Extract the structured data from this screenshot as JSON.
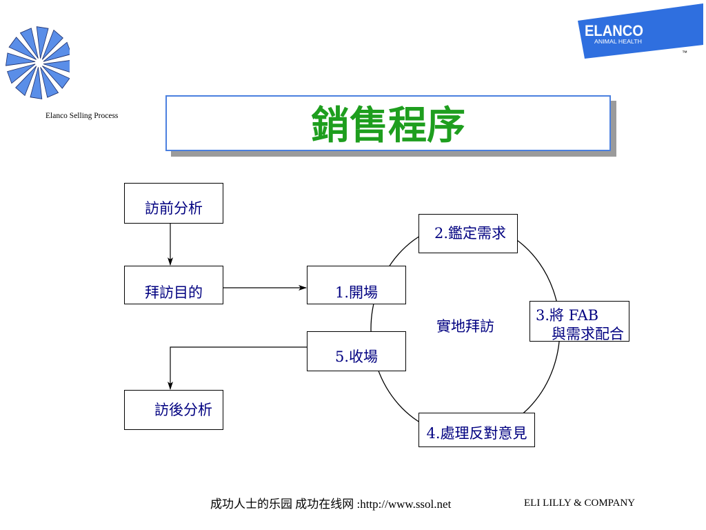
{
  "slide": {
    "subtitle": "Elanco Selling Process",
    "title": "銷售程序",
    "footer_left": "成功人士的乐园 成功在线网 :http://www.ssol.net",
    "footer_right": "ELI LILLY & COMPANY"
  },
  "logo": {
    "brand": "ELANCO",
    "tagline": "ANIMAL HEALTH",
    "trademark": "™"
  },
  "icons": {
    "corner_mark": "starburst-icon",
    "brand_badge": "elanco-badge-icon"
  },
  "diagram": {
    "pre_call_analysis": "訪前分析",
    "call_objective": "拜訪目的",
    "center_label": "實地拜訪",
    "steps": [
      {
        "label": "1.開場"
      },
      {
        "label": "2.鑑定需求"
      },
      {
        "lines": [
          "3.將 FAB",
          "與需求配合"
        ]
      },
      {
        "label": "4.處理反對意見"
      },
      {
        "label": "5.收場"
      }
    ],
    "post_call_analysis": "訪後分析"
  },
  "colors": {
    "title_text": "#1e9e1e",
    "title_border": "#4a7fdf",
    "box_text": "#000080",
    "logo_blue": "#2f6fdf",
    "starburst_blue": "#5a8ee8"
  }
}
